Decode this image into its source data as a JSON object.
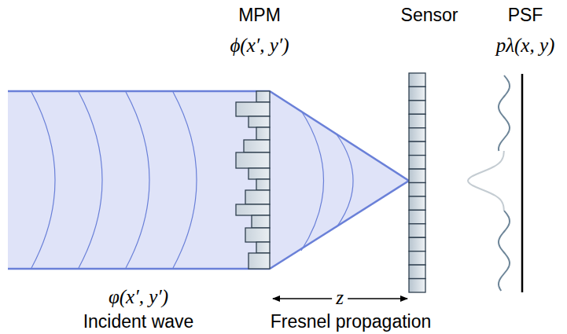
{
  "diagram": {
    "labels": [
      "MPM",
      "ϕ(x′, y′)",
      "Sensor",
      "PSF",
      "pλ(x, y)",
      "φ(x′, y′)",
      "Incident wave",
      "z",
      "Fresnel propagation"
    ]
  }
}
